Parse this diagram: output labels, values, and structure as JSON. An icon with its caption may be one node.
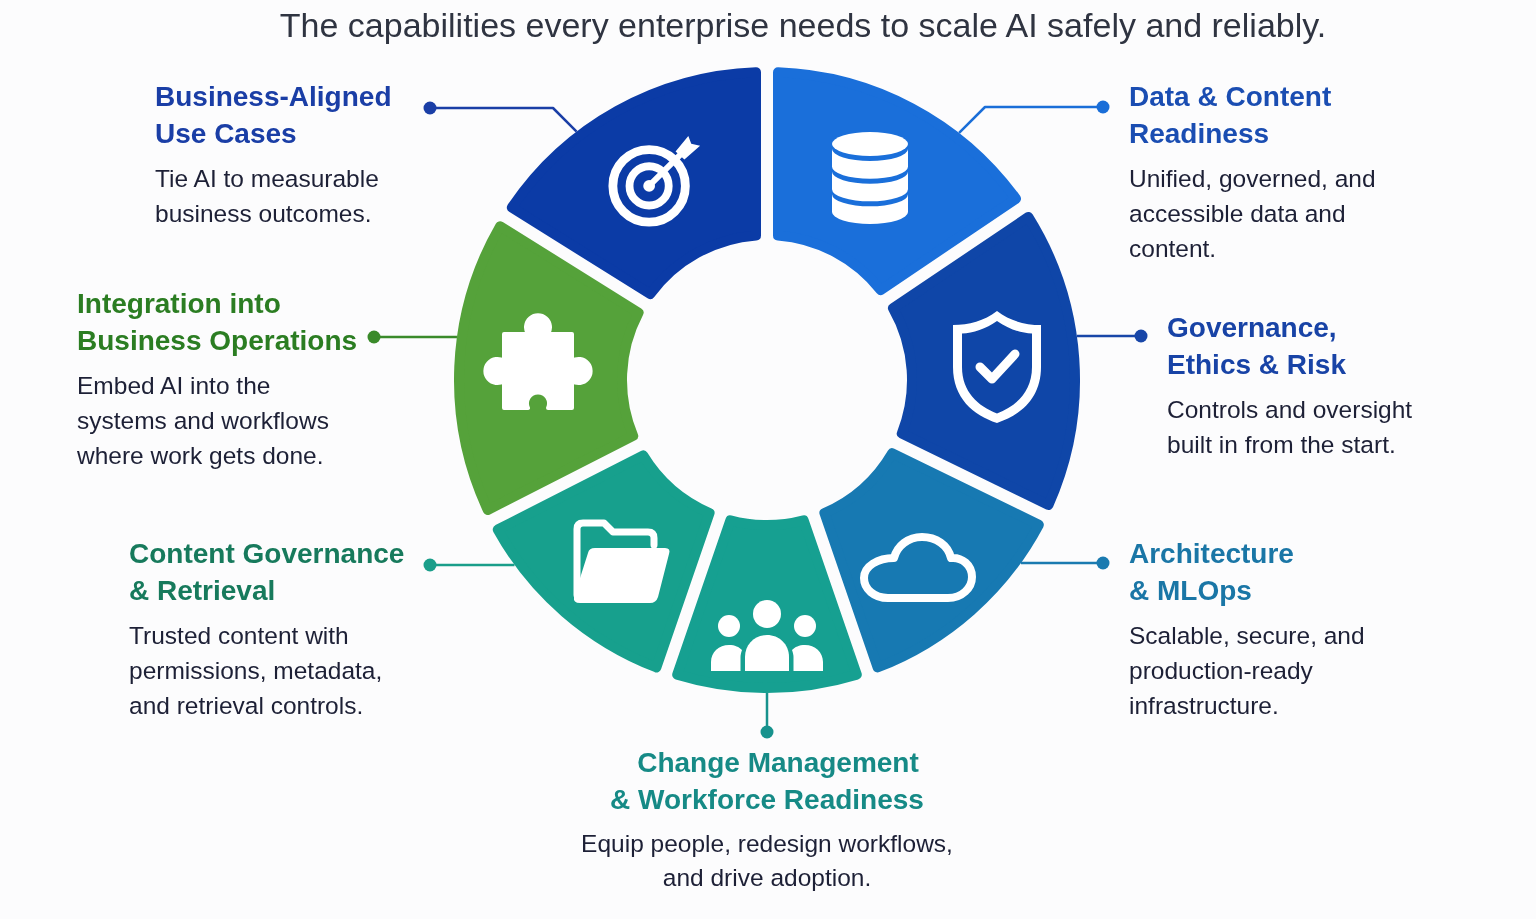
{
  "diagram": {
    "title": "The capabilities every enterprise needs to scale AI safely and reliably.",
    "nodes": [
      {
        "text": [
          "Business-Aligned Use Cases",
          "Tie AI to measurable business outcomes."
        ]
      },
      {
        "text": [],
        "shape": "segment"
      },
      {
        "text": [
          "Data & Content Readiness",
          "Unified, governed, and accessible data and content."
        ]
      },
      {
        "text": [],
        "shape": "segment"
      },
      {
        "text": [
          "Integration into Business Operations",
          "Embed AI into the systems and workflows where work gets done."
        ]
      },
      {
        "text": [],
        "shape": "segment"
      },
      {
        "text": [
          "Governance, Ethics & Risk",
          "Controls and oversight built in from the start."
        ]
      },
      {
        "text": [],
        "shape": "segment"
      },
      {
        "text": [
          "Content Governance & Retrieval",
          "Trusted content with permissions, metadata, and retrieval controls."
        ]
      },
      {
        "text": [],
        "shape": "segment"
      },
      {
        "text": [
          "Architecture & MLOps",
          "Scalable, secure, and production-ready infrastructure."
        ]
      },
      {
        "text": [],
        "shape": "segment"
      },
      {
        "text": [
          "Change Management & Workforce Readiness",
          "Equip people, redesign workflows, and drive adoption."
        ]
      },
      {
        "text": [],
        "shape": "segment"
      }
    ],
    "edges": [
      {
        "from": 0,
        "to": 1,
        "arrow": "other",
        "color": "#1a3ea6"
      },
      {
        "from": 2,
        "to": 3,
        "arrow": "other",
        "color": "#1a6ed8"
      },
      {
        "from": 4,
        "to": 5,
        "arrow": "other",
        "color": "#3a8a2a"
      },
      {
        "from": 6,
        "to": 7,
        "arrow": "other",
        "color": "#1846a8"
      },
      {
        "from": 8,
        "to": 9,
        "arrow": "other",
        "color": "#1a9e8a"
      },
      {
        "from": 10,
        "to": 11,
        "arrow": "other",
        "color": "#1a7ab0"
      },
      {
        "from": 12,
        "to": 13,
        "arrow": "other",
        "color": "#17928d"
      }
    ]
  }
}
